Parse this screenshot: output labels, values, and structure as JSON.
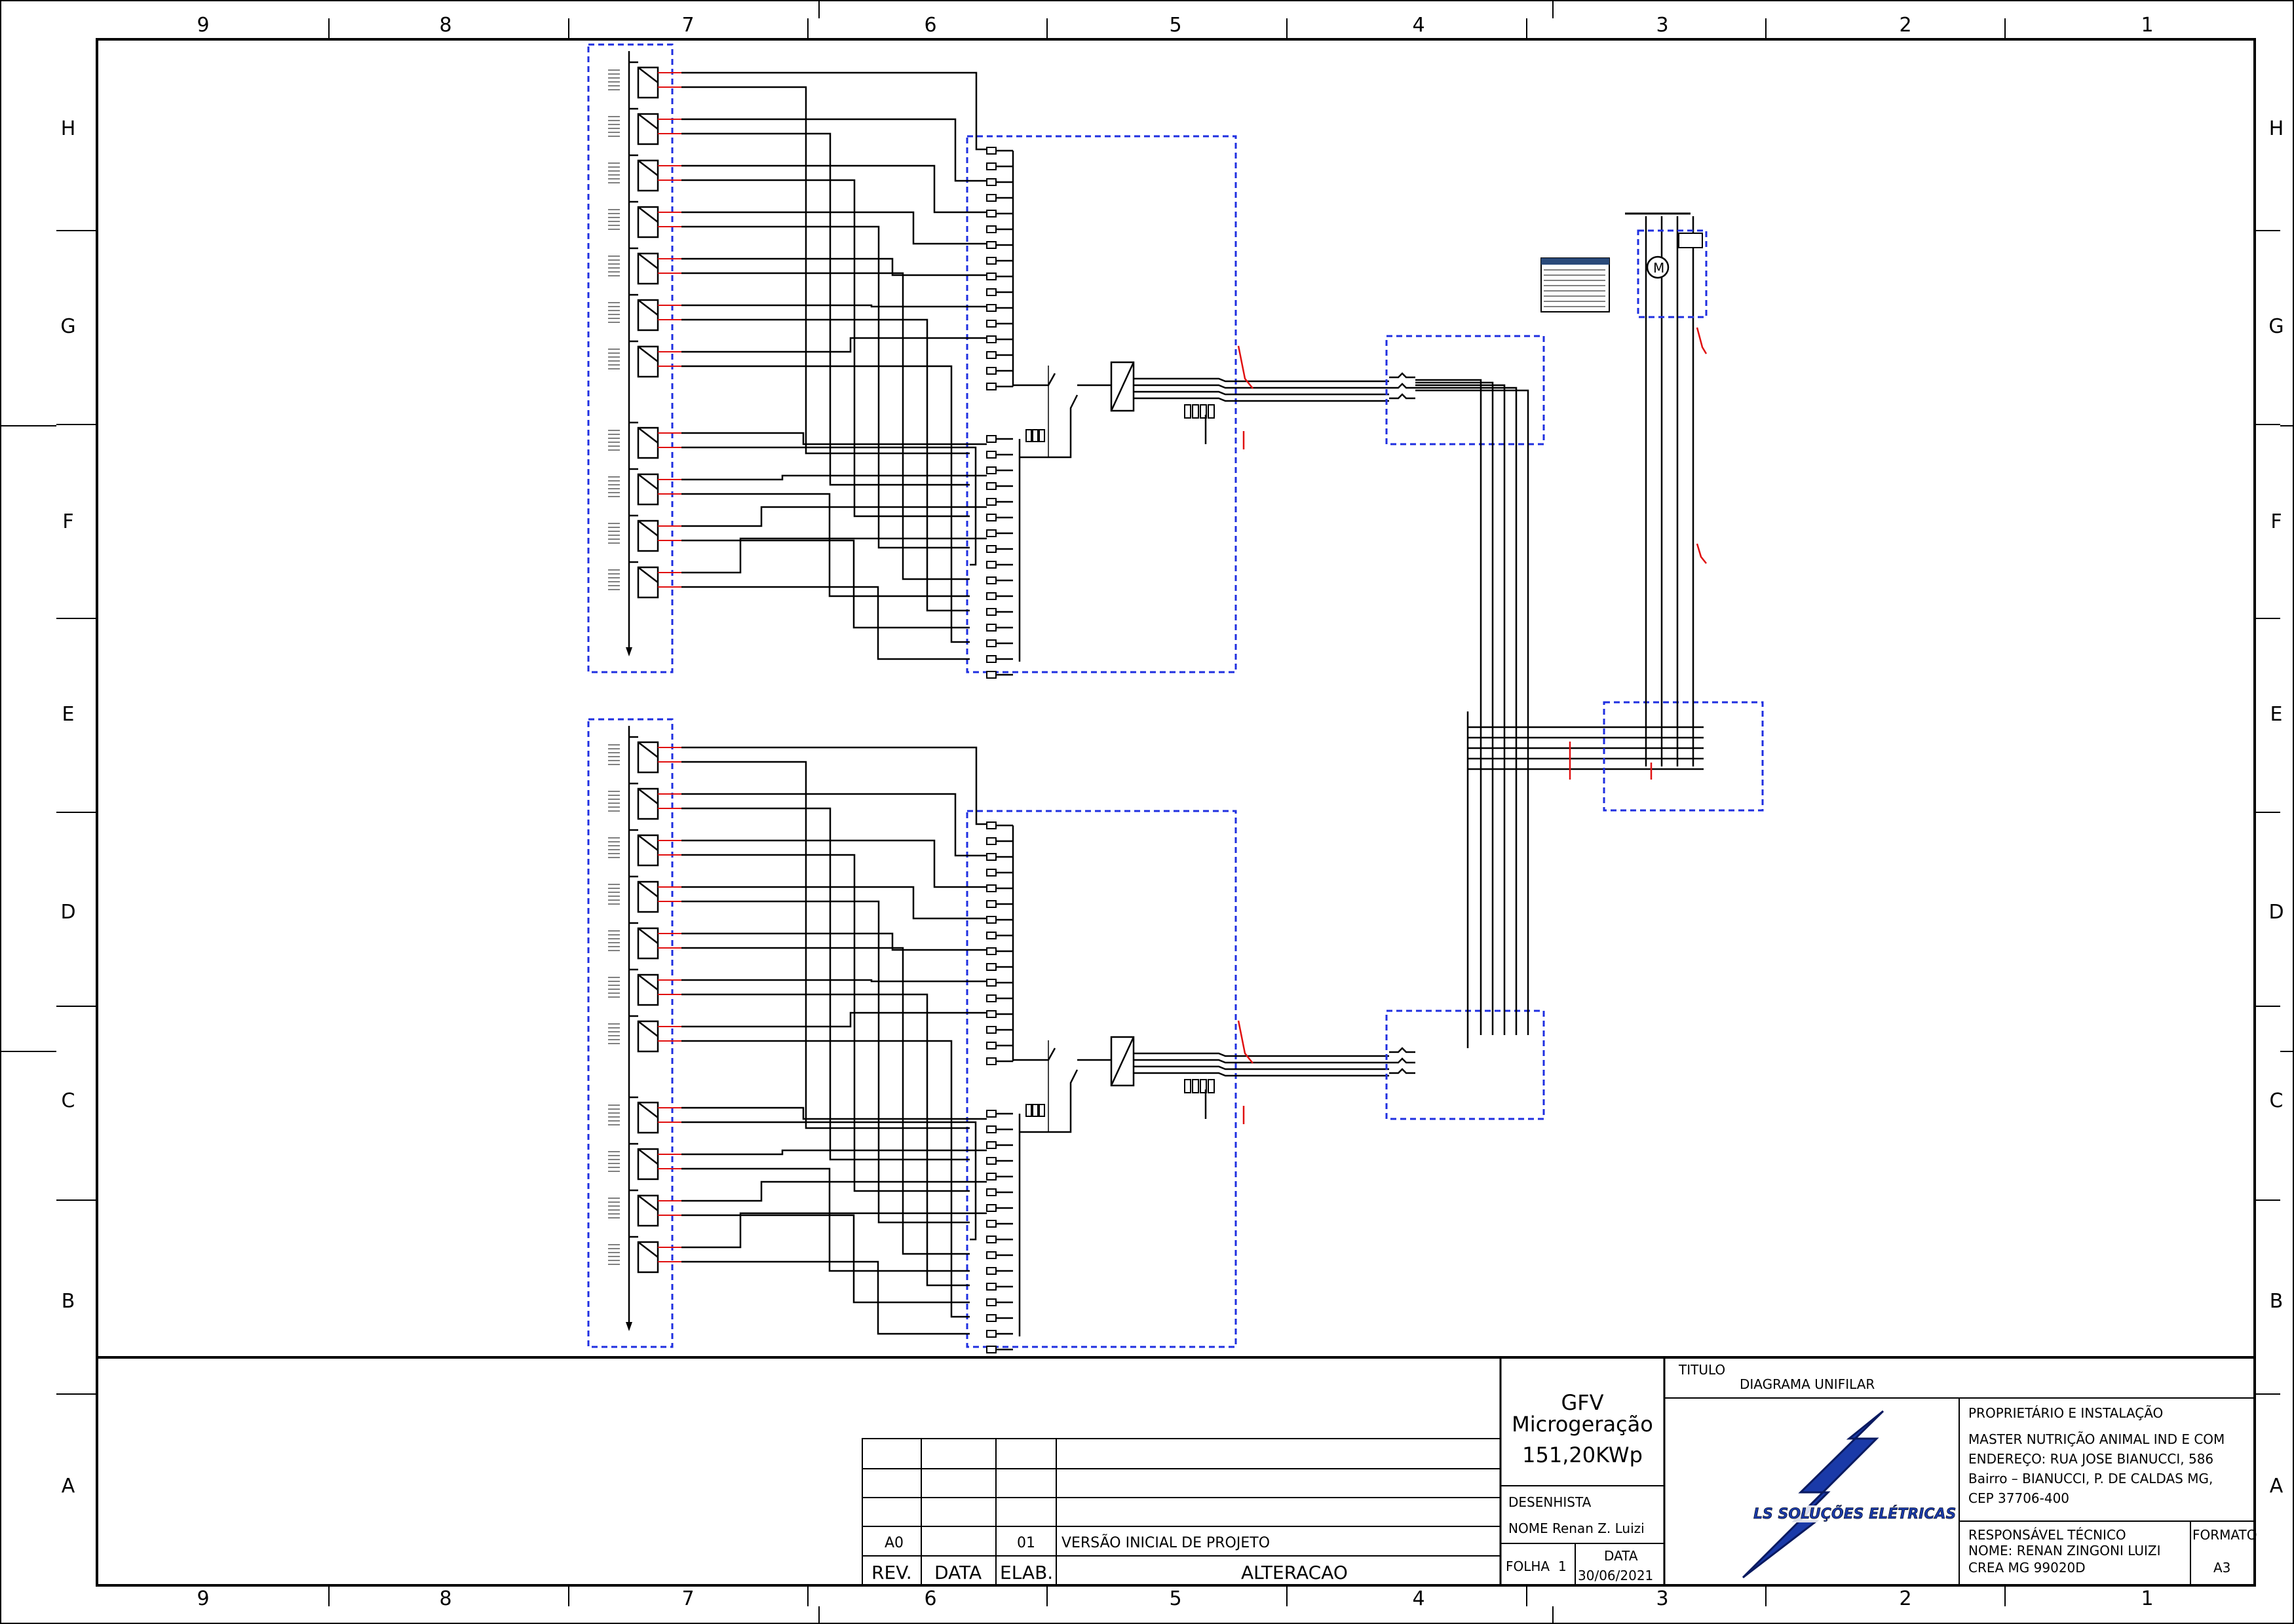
{
  "sheet": {
    "top_columns": [
      "9",
      "8",
      "7",
      "6",
      "5",
      "4",
      "3",
      "2",
      "1"
    ],
    "bottom_columns": [
      "9",
      "8",
      "7",
      "6",
      "5",
      "4",
      "3",
      "2",
      "1"
    ],
    "left_rows": [
      "H",
      "G",
      "F",
      "E",
      "D",
      "C",
      "B",
      "A"
    ],
    "right_rows": [
      "H",
      "G",
      "F",
      "E",
      "D",
      "C",
      "B",
      "A"
    ]
  },
  "title_block": {
    "project_line1": "GFV",
    "project_line2": "Microgeração",
    "project_line3": "151,20KWp",
    "drafter_label": "DESENHISTA",
    "drafter_name": "NOME Renan Z. Luizi",
    "sheet_label": "FOLHA",
    "sheet_number": "1",
    "date_label": "DATA",
    "date_value": "30/06/2021",
    "title_label": "TITULO",
    "title_value": "DIAGRAMA UNIFILAR",
    "owner_header": "PROPRIETÁRIO E INSTALAÇÃO",
    "owner_line1": "MASTER NUTRIÇÃO ANIMAL IND E COM",
    "owner_line2": "ENDEREÇO: RUA JOSE BIANUCCI, 586",
    "owner_line3": "Bairro – BIANUCCI,  P. DE CALDAS MG,",
    "owner_line4": "CEP 37706-400",
    "tech_header": "RESPONSÁVEL TÉCNICO",
    "tech_name": "NOME: RENAN ZINGONI LUIZI",
    "tech_crea": "CREA   MG 99020D",
    "format_label": "FORMATO",
    "format_value": "A3",
    "logo_text": "LS SOLUÇÕES ELÉTRICAS"
  },
  "revision_table": {
    "rows": [
      {
        "rev": "A0",
        "data": "",
        "elab": "01",
        "alteracao": "VERSÃO INICIAL DE PROJETO"
      }
    ],
    "headers": {
      "rev": "REV.",
      "data": "DATA",
      "elab": "ELAB.",
      "alteracao": "ALTERACAO"
    }
  },
  "meter_label": "M",
  "colors": {
    "line": "#000000",
    "enclosure": "#1f2fe0",
    "annotation": "#e01010",
    "logo": "#1a3aa8"
  }
}
